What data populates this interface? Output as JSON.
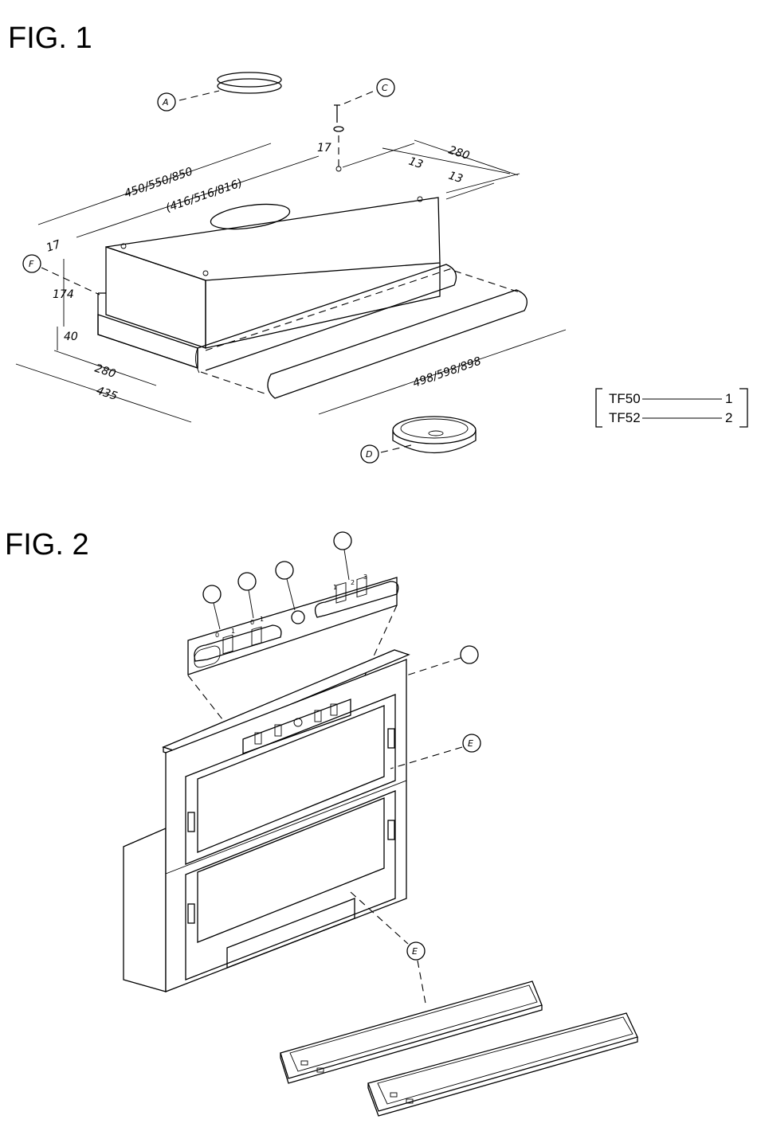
{
  "fig1": {
    "title": "FIG. 1",
    "dims": {
      "width_outer": "450/550/850",
      "width_inner": "(416/516/816)",
      "top_offset": "17",
      "duct_offset_a": "13",
      "duct_offset_b": "13",
      "depth_top": "280",
      "left_offset": "17",
      "height": "174",
      "front_height": "40",
      "depth_bottom": "280",
      "depth_total": "435",
      "front_width": "498/598/898"
    },
    "callouts": {
      "a": "A",
      "c": "C",
      "d": "D",
      "f": "F"
    },
    "models": [
      {
        "name": "TF50",
        "num": "1"
      },
      {
        "name": "TF52",
        "num": "2"
      }
    ]
  },
  "fig2": {
    "title": "FIG. 2",
    "callouts": {
      "e_upper": "E",
      "e_lower": "E"
    },
    "switch_marks": {
      "a0": "0",
      "a1": "1",
      "b0": "0",
      "b1": "1",
      "s1": "1",
      "s2": "2",
      "s3": "3"
    }
  }
}
